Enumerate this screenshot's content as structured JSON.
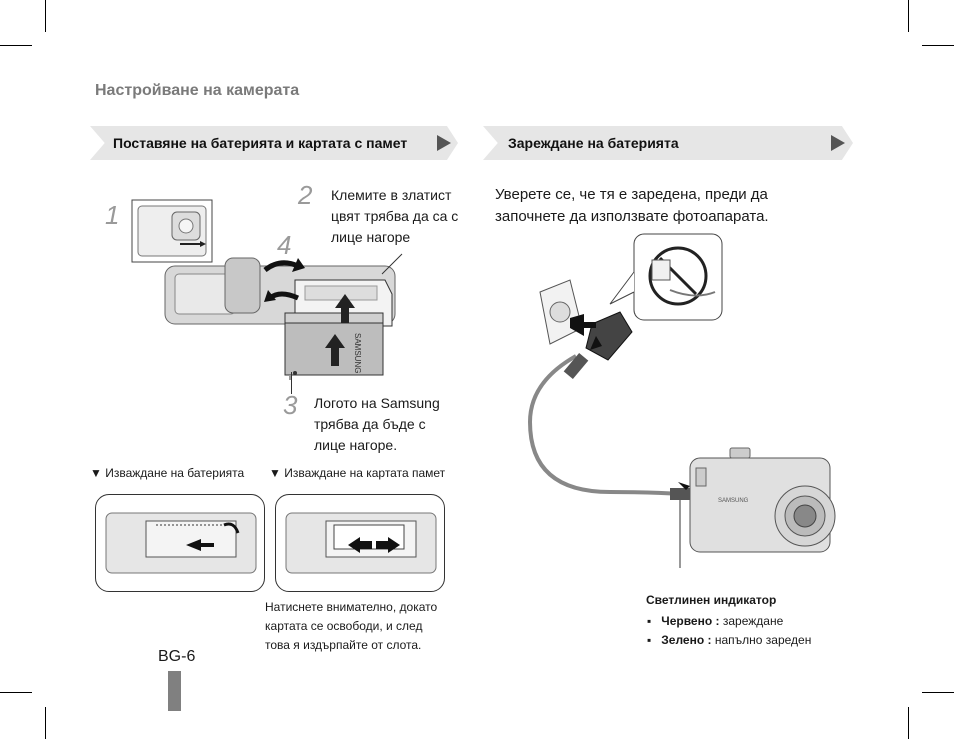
{
  "header": {
    "title": "Настройване на камерата"
  },
  "left_banner": {
    "label": "Поставяне на батерията и картата с памет"
  },
  "right_banner": {
    "label": "Зареждане на батерията"
  },
  "steps": [
    {
      "num": "1"
    },
    {
      "num": "2",
      "text_lines": [
        "Клемите в златист",
        "цвят трябва да са с",
        "лице нагоре"
      ]
    },
    {
      "num": "4"
    },
    {
      "num": "3",
      "text_lines": [
        "Логото на Samsung",
        "трябва да бъде с",
        "лице нагоре."
      ]
    }
  ],
  "remove_labels": {
    "battery": "▼ Изваждане на батерията",
    "card": "▼ Изваждане на картата памет"
  },
  "card_note": [
    "Натиснете внимателно, докато",
    "картата се освободи, и след",
    "това я издърпайте от слота."
  ],
  "charge_intro": [
    "Уверете се, че тя е заредена, преди да",
    "започнете да използвате фотоапарата."
  ],
  "indicator": {
    "title": "Светлинен индикатор",
    "items": [
      {
        "label": "Червено :",
        "value": " зареждане"
      },
      {
        "label": "Зелено :",
        "value": " напълно зареден"
      }
    ]
  },
  "page_number": "BG-6",
  "brand": {
    "battery_logo": "SAMSUNG",
    "camera_logo": "SAMSUNG"
  },
  "colors": {
    "banner": "#e6e6e6",
    "title_gray": "#7a7a7a",
    "page_tab": "#808080"
  }
}
